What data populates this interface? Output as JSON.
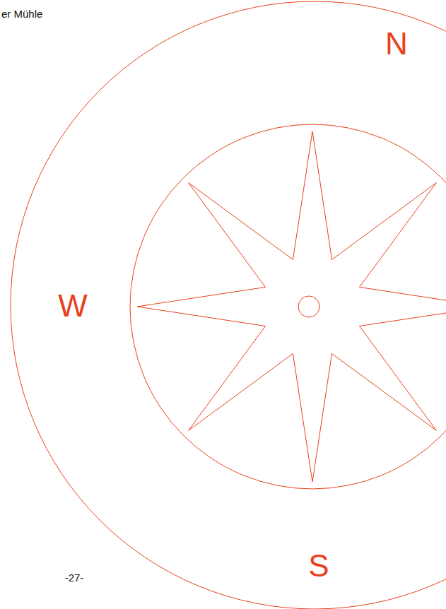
{
  "diagram": {
    "labels": [
      "er Mühle",
      "N",
      "W",
      "S",
      "-27-"
    ]
  }
}
